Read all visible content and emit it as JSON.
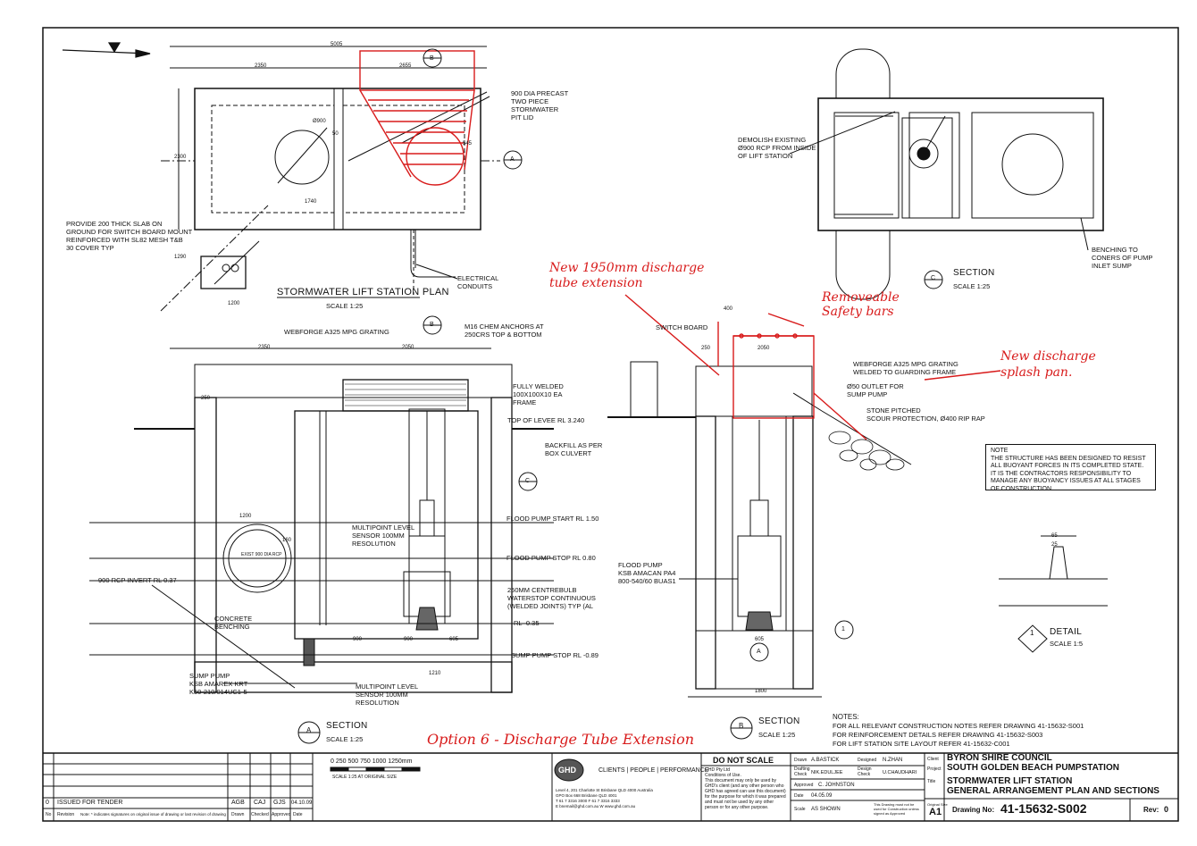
{
  "plan": {
    "title": "STORMWATER LIFT STATION PLAN",
    "scale": "SCALE 1:25",
    "dim_total": "5005",
    "dim_left": "2350",
    "dim_right": "2655",
    "dim_height": "2300",
    "dim_1200": "1200",
    "dim_1290": "1290",
    "dim_1740": "1740",
    "dim_50": "50",
    "dim_545": "545",
    "dia_900": "Ø900",
    "section_b": "B",
    "section_a": "A",
    "lbl_pit_lid": "900 DIA PRECAST\nTWO PIECE\nSTORMWATER\nPIT LID",
    "lbl_slab": "PROVIDE 200 THICK SLAB ON\nGROUND FOR SWITCH BOARD MOUNT\nREINFORCED WITH SL82 MESH T&B\n30 COVER TYP",
    "lbl_conduits": "ELECTRICAL\nCONDUITS"
  },
  "plan_c": {
    "lbl_demolish": "DEMOLISH EXISTING\nØ900 RCP FROM INSIDE\nOF LIFT STATION",
    "lbl_benching": "BENCHING TO\nCONERS OF PUMP\nINLET SUMP",
    "title": "SECTION",
    "mark": "C",
    "scale": "SCALE 1:25"
  },
  "section_a": {
    "title": "SECTION",
    "mark": "A",
    "scale": "SCALE 1:25",
    "dim_2350": "2350",
    "dim_2050": "2050",
    "dim_250": "250",
    "dim_1200": "1200",
    "dim_900a": "900",
    "dim_900b": "900",
    "dim_605": "605",
    "dim_1210": "1210",
    "dim_160": "160",
    "lbl_grating": "WEBFORGE A325 MPG GRATING",
    "lbl_anchors": "M16 CHEM ANCHORS AT\n250crs TOP & BOTTOM",
    "lbl_welded": "FULLY WELDED\n100x100x10 EA\nFRAME",
    "lbl_levee": "TOP OF LEVEE RL 3.240",
    "lbl_backfill": "BACKFILL AS PER\nBOX CULVERT",
    "lbl_flood_start": "FLOOD PUMP START RL 1.50",
    "lbl_flood_stop": "FLOOD PUMP STOP RL 0.80",
    "lbl_multipoint1": "MULTIPOINT LEVEL\nSENSOR 100mm\nRESOLUTION",
    "lbl_rcp": "900 RCP INVERT RL 0.37",
    "lbl_waterstop": "250mm CENTREBULB\nWATERSTOP CONTINUOUS\n(WELDED JOINTS) TYP (AL",
    "lbl_rl": "RL -0.35",
    "lbl_concrete": "CONCRETE\nBENCHING",
    "lbl_sump_stop": "SUMP PUMP STOP RL -0.89",
    "lbl_sump_pump": "SUMP PUMP\nKSB AMAREX KRT\nK50-210/014UC1-5",
    "lbl_multipoint2": "MULTIPOINT LEVEL\nSENSOR 100mm\nRESOLUTION",
    "lbl_exist": "EXIST 900 DIA RCP"
  },
  "section_b": {
    "title": "SECTION",
    "mark": "B",
    "scale": "SCALE 1:25",
    "lbl_switch": "SWITCH BOARD",
    "dim_250": "250",
    "dim_2050": "2050",
    "dim_400": "400",
    "dim_605": "605",
    "dim_1800": "1800",
    "lbl_grating": "WEBFORGE A325 MPG GRATING\nWELDED TO GUARDING FRAME",
    "lbl_outlet": "Ø50 OUTLET FOR\nSUMP PUMP",
    "lbl_stone": "STONE PITCHED\nSCOUR PROTECTION, Ø400 RIP RAP",
    "lbl_flood_pump": "FLOOD PUMP\nKSB AMACAN PA4\n800-540/60 BUAS1",
    "mark_1": "1",
    "mark_a": "A"
  },
  "note": {
    "heading": "NOTE",
    "text": "THE STRUCTURE HAS BEEN DESIGNED TO RESIST ALL BUOYANT FORCES IN ITS COMPLETED STATE. IT IS THE CONTRACTORS RESPONSIBILITY TO MANAGE ANY BUOYANCY ISSUES AT ALL STAGES OF CONSTRUCTION."
  },
  "detail": {
    "title": "DETAIL",
    "mark": "1",
    "scale": "SCALE 1:5",
    "dim_65": "65",
    "dim_25": "25"
  },
  "notes": {
    "heading": "NOTES:",
    "line1": "FOR ALL RELEVANT CONSTRUCTION NOTES REFER DRAWING 41-15632-S001",
    "line2": "FOR REINFORCEMENT DETAILS REFER DRAWING 41-15632-S003",
    "line3": "FOR LIFT STATION SITE LAYOUT REFER 41-15632-C001"
  },
  "annotations": {
    "discharge_tube": "New 1950mm discharge\ntube extension",
    "safety_bars": "Removeable\nSafety bars",
    "splash_pan": "New discharge\nsplash pan.",
    "option": "Option 6  - Discharge Tube Extension"
  },
  "titleblock": {
    "scale_bar": "0   250  500  750  1000 1250mm",
    "scale_bar_note": "SCALE 1:25    AT ORIGINAL SIZE",
    "rev_no": "0",
    "rev_desc": "ISSUED FOR TENDER",
    "rev_drawn": "AGB",
    "rev_check": "CAJ",
    "rev_appr": "GJS",
    "rev_date": "04.10.09",
    "col_no": "No",
    "col_revision": "Revision",
    "col_note": "Note: * indicates signatures on original issue of drawing or last revision of drawing",
    "col_drawn": "Drawn",
    "col_checked": "Checked",
    "col_approved": "Approved",
    "col_date": "Date",
    "logo": "GHD",
    "tagline": "CLIENTS | PEOPLE | PERFORMANCE",
    "address": "Level 4, 201 Charlotte St Brisbane QLD 4000 Australia\nGPO Box 668 Brisbane QLD 4001\nT 61 7 3316 3000  F 61 7 3316 3333\nE bnemail@ghd.com.au  W www.ghd.com.au",
    "do_not_scale": "DO NOT SCALE",
    "conditions": "GHD Pty Ltd\nConditions of Use.\nThis document may only be used by\nGHD's client (and any other person who\nGHD has agreed can use this document)\nfor the purpose for which it was prepared\nand must not be used by any other\nperson or for any other purpose.",
    "drawn_label": "Drawn",
    "drawn_val": "A.BASTICK",
    "designed_label": "Designed",
    "designed_val": "N.ZHAN",
    "dcheck_label": "Drafting\nCheck",
    "dcheck_val": "NIK.EDULJEE",
    "desck_label": "Design\nCheck",
    "desck_val": "U.CHAUDHARI",
    "approved_label": "Approved",
    "approved_val": "C. JOHNSTON",
    "date_label": "Date",
    "date_val": "04.05.09",
    "scale_label": "Scale",
    "scale_val": "AS SHOWN",
    "construction_note": "This Drawing must not be\nused for Construction unless\nsigned as Approved",
    "client_label": "Client",
    "client_val": "BYRON SHIRE COUNCIL",
    "project_label": "Project",
    "project_val": "SOUTH GOLDEN BEACH PUMPSTATION",
    "title_label": "Title",
    "title_val1": "STORMWATER LIFT STATION",
    "title_val2": "GENERAL ARRANGEMENT PLAN AND SECTIONS",
    "size_label": "Original Size",
    "size_val": "A1",
    "drawing_label": "Drawing No:",
    "drawing_val": "41-15632-S002",
    "rev_label": "Rev:",
    "rev_val": "0"
  }
}
